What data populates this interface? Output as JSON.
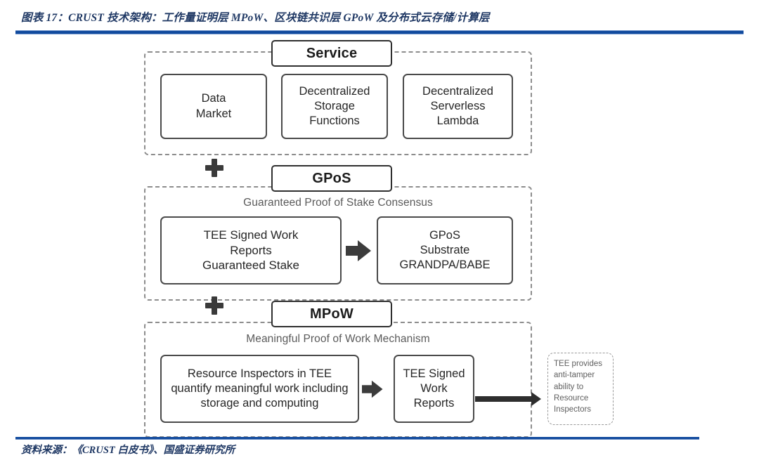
{
  "figure": {
    "title": "图表 17：CRUST 技术架构：工作量证明层 MPoW、区块链共识层 GPoW 及分布式云存储/计算层",
    "source": "资料来源：《CRUST 白皮书》、国盛证券研究所",
    "accent_color": "#114a9e",
    "title_color": "#1f3864",
    "node_border_color": "#4a4a4a",
    "layer_border_color": "#8d8d8d",
    "arrow_color": "#3c3c3c"
  },
  "layers": [
    {
      "id": "service",
      "tab_label": "Service",
      "subtitle": "",
      "nodes": [
        {
          "id": "data-market",
          "lines": [
            "Data",
            "Market"
          ]
        },
        {
          "id": "storage-functions",
          "lines": [
            "Decentralized",
            "Storage",
            "Functions"
          ]
        },
        {
          "id": "serverless-lambda",
          "lines": [
            "Decentralized",
            "Serverless",
            "Lambda"
          ]
        }
      ]
    },
    {
      "id": "gpos",
      "tab_label": "GPoS",
      "subtitle": "Guaranteed Proof of Stake Consensus",
      "nodes": [
        {
          "id": "tee-reports-stake",
          "lines": [
            "TEE Signed Work",
            "Reports",
            "Guaranteed Stake"
          ]
        },
        {
          "id": "gpos-substrate",
          "lines": [
            "GPoS",
            "Substrate",
            "GRANDPA/BABE"
          ]
        }
      ]
    },
    {
      "id": "mpow",
      "tab_label": "MPoW",
      "subtitle": "Meaningful Proof of Work Mechanism",
      "nodes": [
        {
          "id": "resource-inspectors",
          "lines": [
            "Resource Inspectors in TEE",
            "quantify meaningful work including",
            "storage and computing"
          ]
        },
        {
          "id": "tee-signed-reports",
          "lines": [
            "TEE Signed",
            "Work",
            "Reports"
          ]
        }
      ]
    }
  ],
  "side_note": {
    "lines": [
      "TEE provides",
      "anti-tamper",
      "ability  to",
      "Resource",
      "Inspectors"
    ]
  },
  "connectors": {
    "plus_label": "plus-sign",
    "arrow_label": "block-arrow-right"
  }
}
